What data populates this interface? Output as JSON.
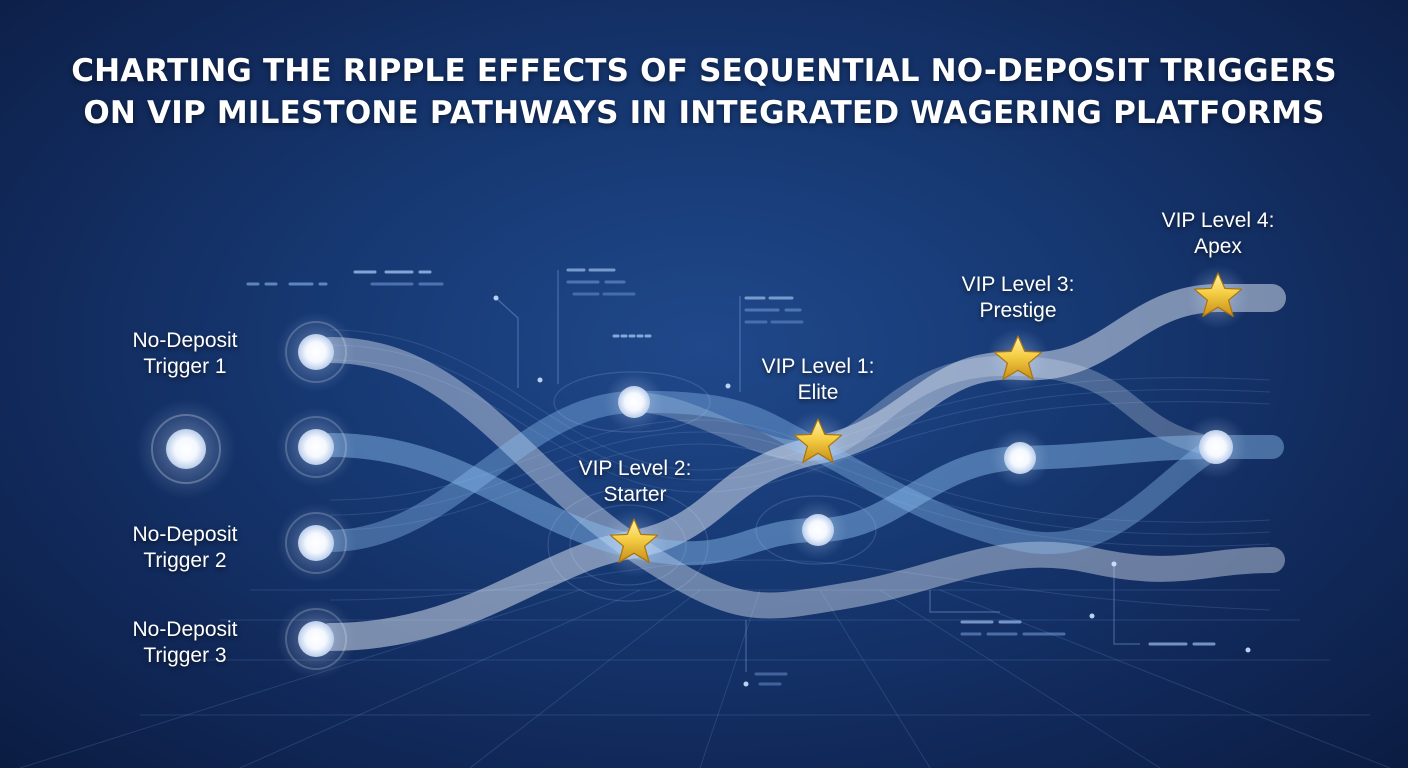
{
  "title": {
    "line1": "CHARTING THE RIPPLE EFFECTS OF SEQUENTIAL NO-DEPOSIT TRIGGERS",
    "line2": "ON VIP MILESTONE PATHWAYS IN INTEGRATED WAGERING PLATFORMS"
  },
  "triggers": [
    {
      "line1": "No-Deposit",
      "line2": "Trigger 1"
    },
    {
      "line1": "No-Deposit",
      "line2": "Trigger 2"
    },
    {
      "line1": "No-Deposit",
      "line2": "Trigger 3"
    }
  ],
  "milestones": [
    {
      "line1": "VIP Level 1:",
      "line2": "Elite"
    },
    {
      "line1": "VIP Level 2:",
      "line2": "Starter"
    },
    {
      "line1": "VIP Level 3:",
      "line2": "Prestige"
    },
    {
      "line1": "VIP Level 4:",
      "line2": "Apex"
    }
  ],
  "colors": {
    "background": "#173a75",
    "path_light": "#e4ecf8",
    "path_blue": "#8fc0f2",
    "star": "#f2c43a",
    "node_glow": "#ffffff"
  },
  "icons": {
    "trigger_node": "glowing-orb-icon",
    "milestone": "gold-star-icon"
  }
}
